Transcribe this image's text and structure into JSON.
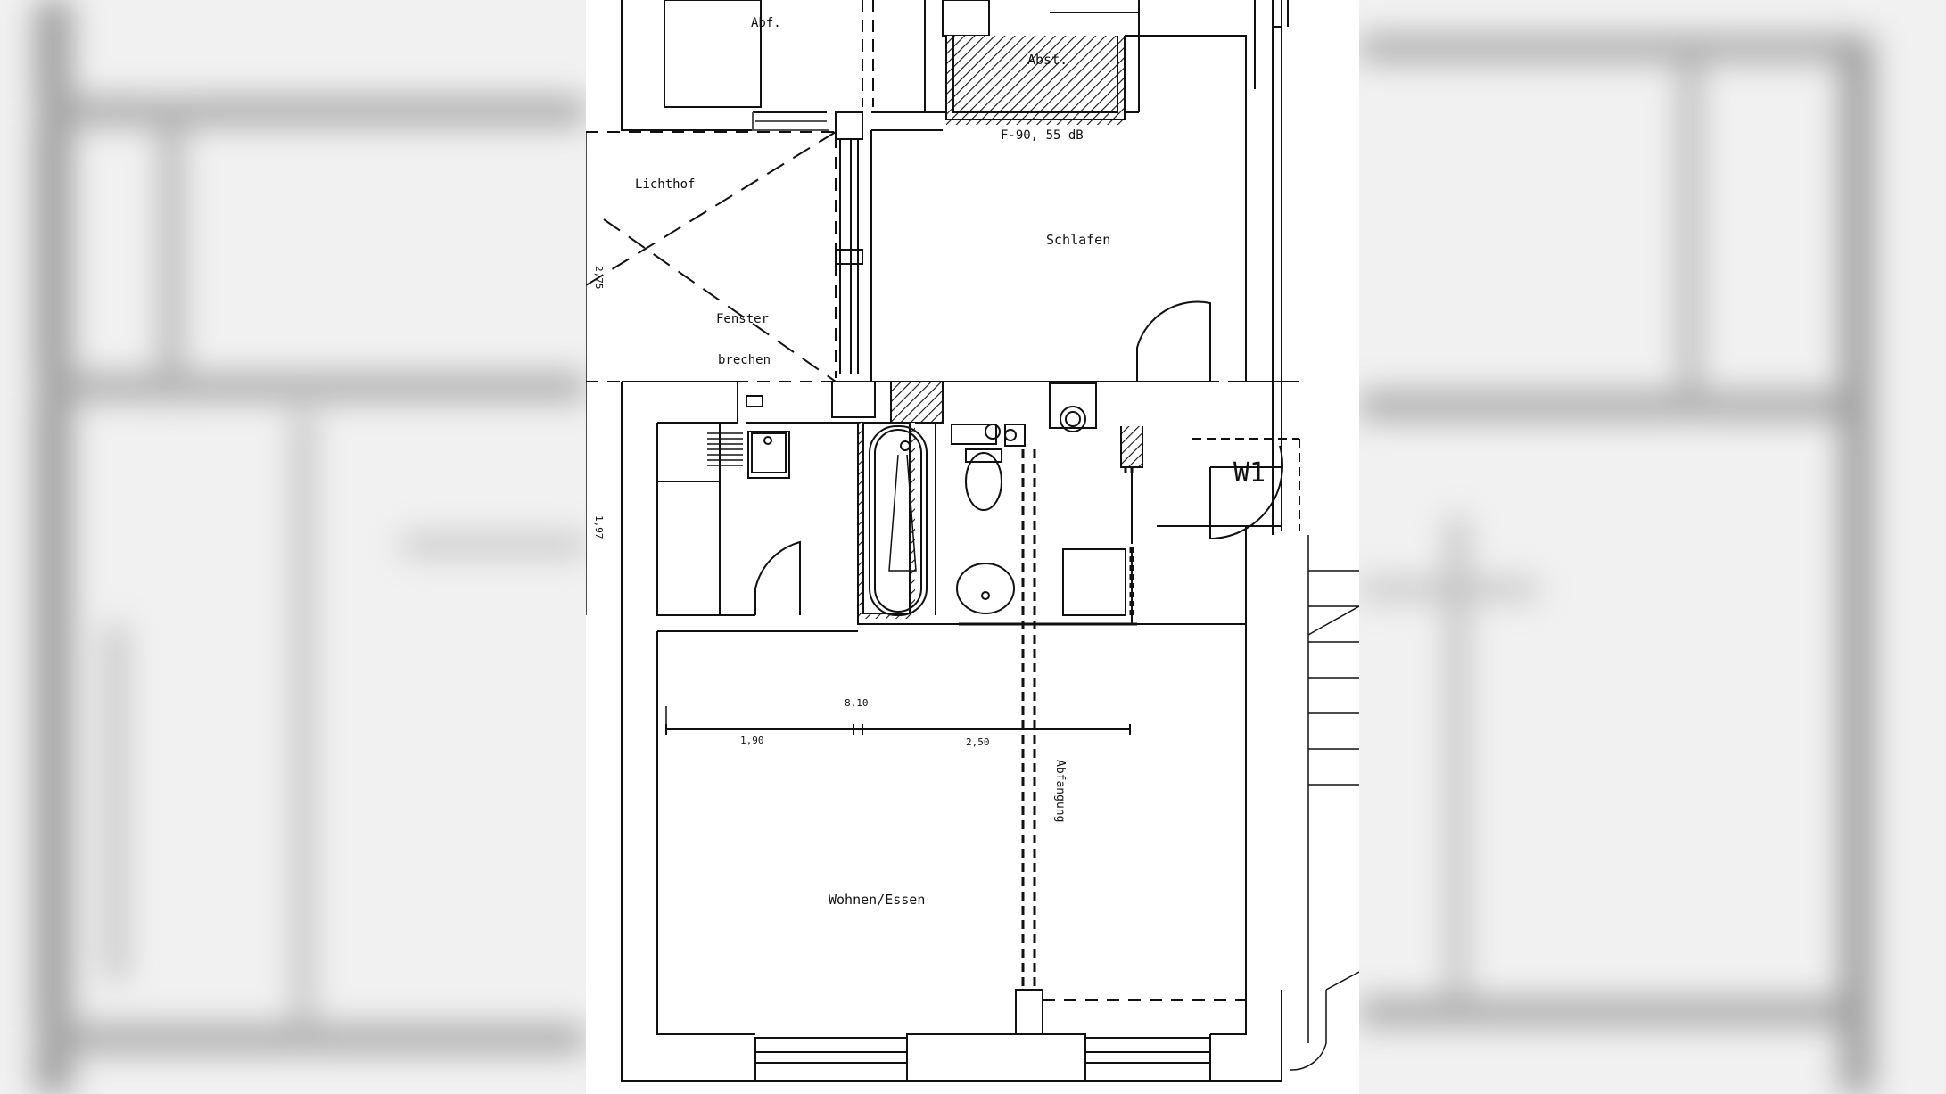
{
  "plan": {
    "labels": {
      "abf": "Abf.",
      "abst": "Abst.",
      "fire_rating": "F-90, 55 dB",
      "lichthof": "Lichthof",
      "schlafen": "Schlafen",
      "fenster": "Fenster",
      "brechen": "brechen",
      "w1": "W1",
      "abfangung": "Abfangung",
      "wohnen_essen": "Wohnen/Essen"
    },
    "dimensions": {
      "lichthof_height": "2,75",
      "lower_height": "1,97",
      "total_width": "8,10",
      "segment_left": "1,90",
      "segment_right": "2,50"
    }
  }
}
